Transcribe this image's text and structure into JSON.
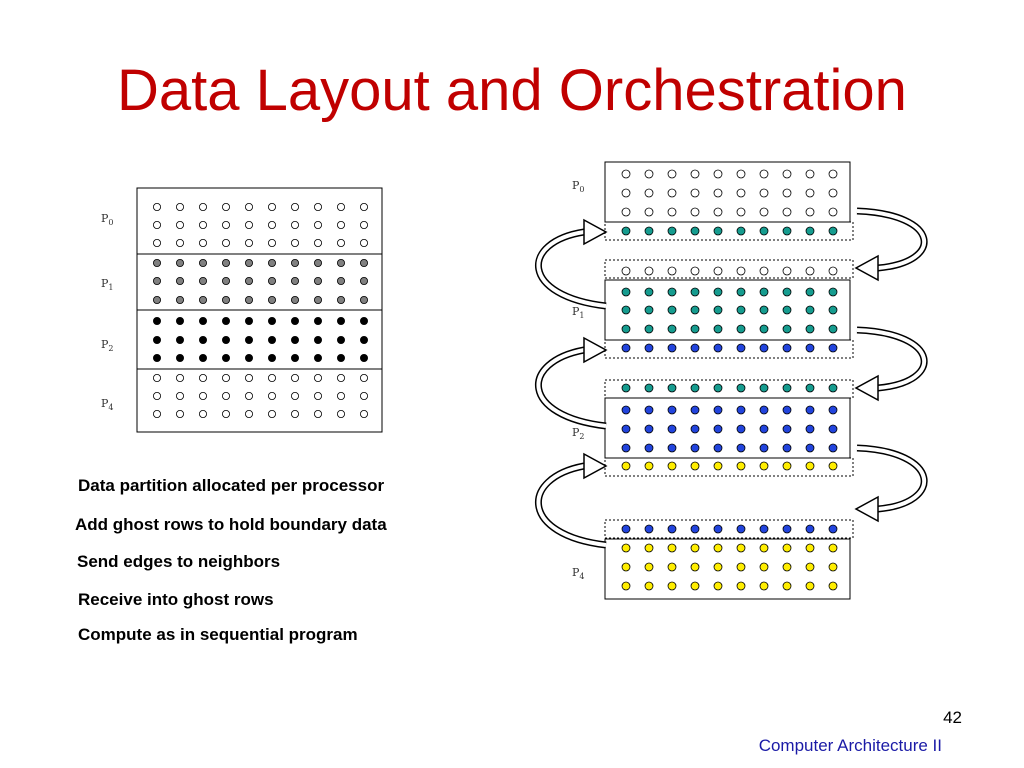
{
  "slide": {
    "title": "Data Layout and Orchestration",
    "bullets": [
      "Data partition allocated per processor",
      "Add ghost rows to hold boundary data",
      "Send edges to neighbors",
      "Receive into ghost rows",
      "Compute as in sequential program"
    ],
    "page_number": "42",
    "footer": "Computer Architecture II"
  },
  "left_grid": {
    "labels": [
      {
        "base": "P",
        "sub": "0"
      },
      {
        "base": "P",
        "sub": "1"
      },
      {
        "base": "P",
        "sub": "2"
      },
      {
        "base": "P",
        "sub": "4"
      }
    ]
  },
  "right_blocks": {
    "labels": [
      {
        "base": "P",
        "sub": "0"
      },
      {
        "base": "P",
        "sub": "1"
      },
      {
        "base": "P",
        "sub": "2"
      },
      {
        "base": "P",
        "sub": "4"
      }
    ]
  },
  "colors": {
    "p0": "#ffffff",
    "p1": "#808080",
    "p2": "#000000",
    "p4": "#ffffff",
    "teal": "#169c8f",
    "blue": "#2244dd",
    "yellow": "#ffee00",
    "title": "#c00000",
    "footer": "#1a1aa6"
  }
}
